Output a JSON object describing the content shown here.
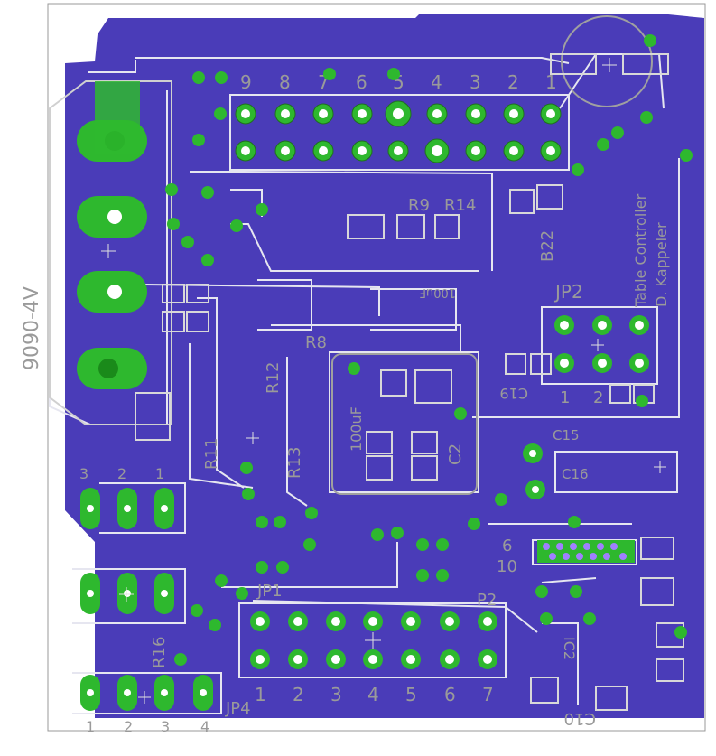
{
  "board": {
    "title_line1": "Table Controller",
    "title_line2": "D. Kappeler",
    "side_label": "9090-4V",
    "colors": {
      "copper": "#4a3cb8",
      "trace_outline": "#d8d8d8",
      "pad": "#2eb82e",
      "pad_ring": "#2a9a2a",
      "silk": "#9a9a9a",
      "outline": "#999999",
      "background": "#ffffff"
    }
  },
  "header_top": {
    "pin_numbers": [
      "9",
      "8",
      "7",
      "6",
      "5",
      "4",
      "3",
      "2",
      "1"
    ]
  },
  "components": {
    "r9": "R9",
    "r14": "R14",
    "b22": "B22",
    "jp2": "JP2",
    "r8": "R8",
    "r12": "R12",
    "r13": "R13",
    "r11": "R11",
    "c2": "C2",
    "c15": "C15",
    "c16": "C16",
    "c19": "C19",
    "c10": "C10",
    "cap_100uf_a": "100uF",
    "cap_100uf_b": "100uF",
    "pin_10": "10",
    "pin_6": "6",
    "jp1": "JP1",
    "r16": "R16",
    "jp4": "JP4",
    "p2": "P2",
    "jp2_pins": [
      "1",
      "2"
    ],
    "ic_label": "IC2"
  },
  "connector_left": {
    "labels": [
      "3",
      "2",
      "1"
    ]
  },
  "header_bottom": {
    "pin_numbers": [
      "1",
      "2",
      "3",
      "4",
      "5",
      "6",
      "7"
    ]
  },
  "jp4_pins": {
    "labels": [
      "1",
      "2",
      "3",
      "4"
    ]
  }
}
